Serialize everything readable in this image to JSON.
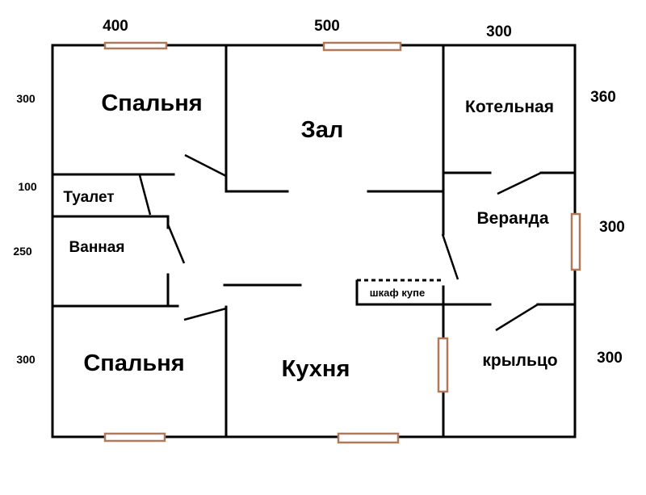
{
  "rooms": {
    "bedroom_top": "Спальня",
    "hall": "Зал",
    "boiler_room": "Котельная",
    "toilet": "Туалет",
    "veranda": "Веранда",
    "bathroom": "Ванная",
    "closet": "шкаф купе",
    "bedroom_bottom": "Спальня",
    "kitchen": "Кухня",
    "porch": "крыльцо"
  },
  "dimensions": {
    "top": [
      "400",
      "500",
      "300"
    ],
    "left": [
      "300",
      "100",
      "250",
      "300"
    ],
    "right": [
      "360",
      "300",
      "300"
    ]
  },
  "colors": {
    "walls": "#000000",
    "windows": "#b07a5a"
  }
}
